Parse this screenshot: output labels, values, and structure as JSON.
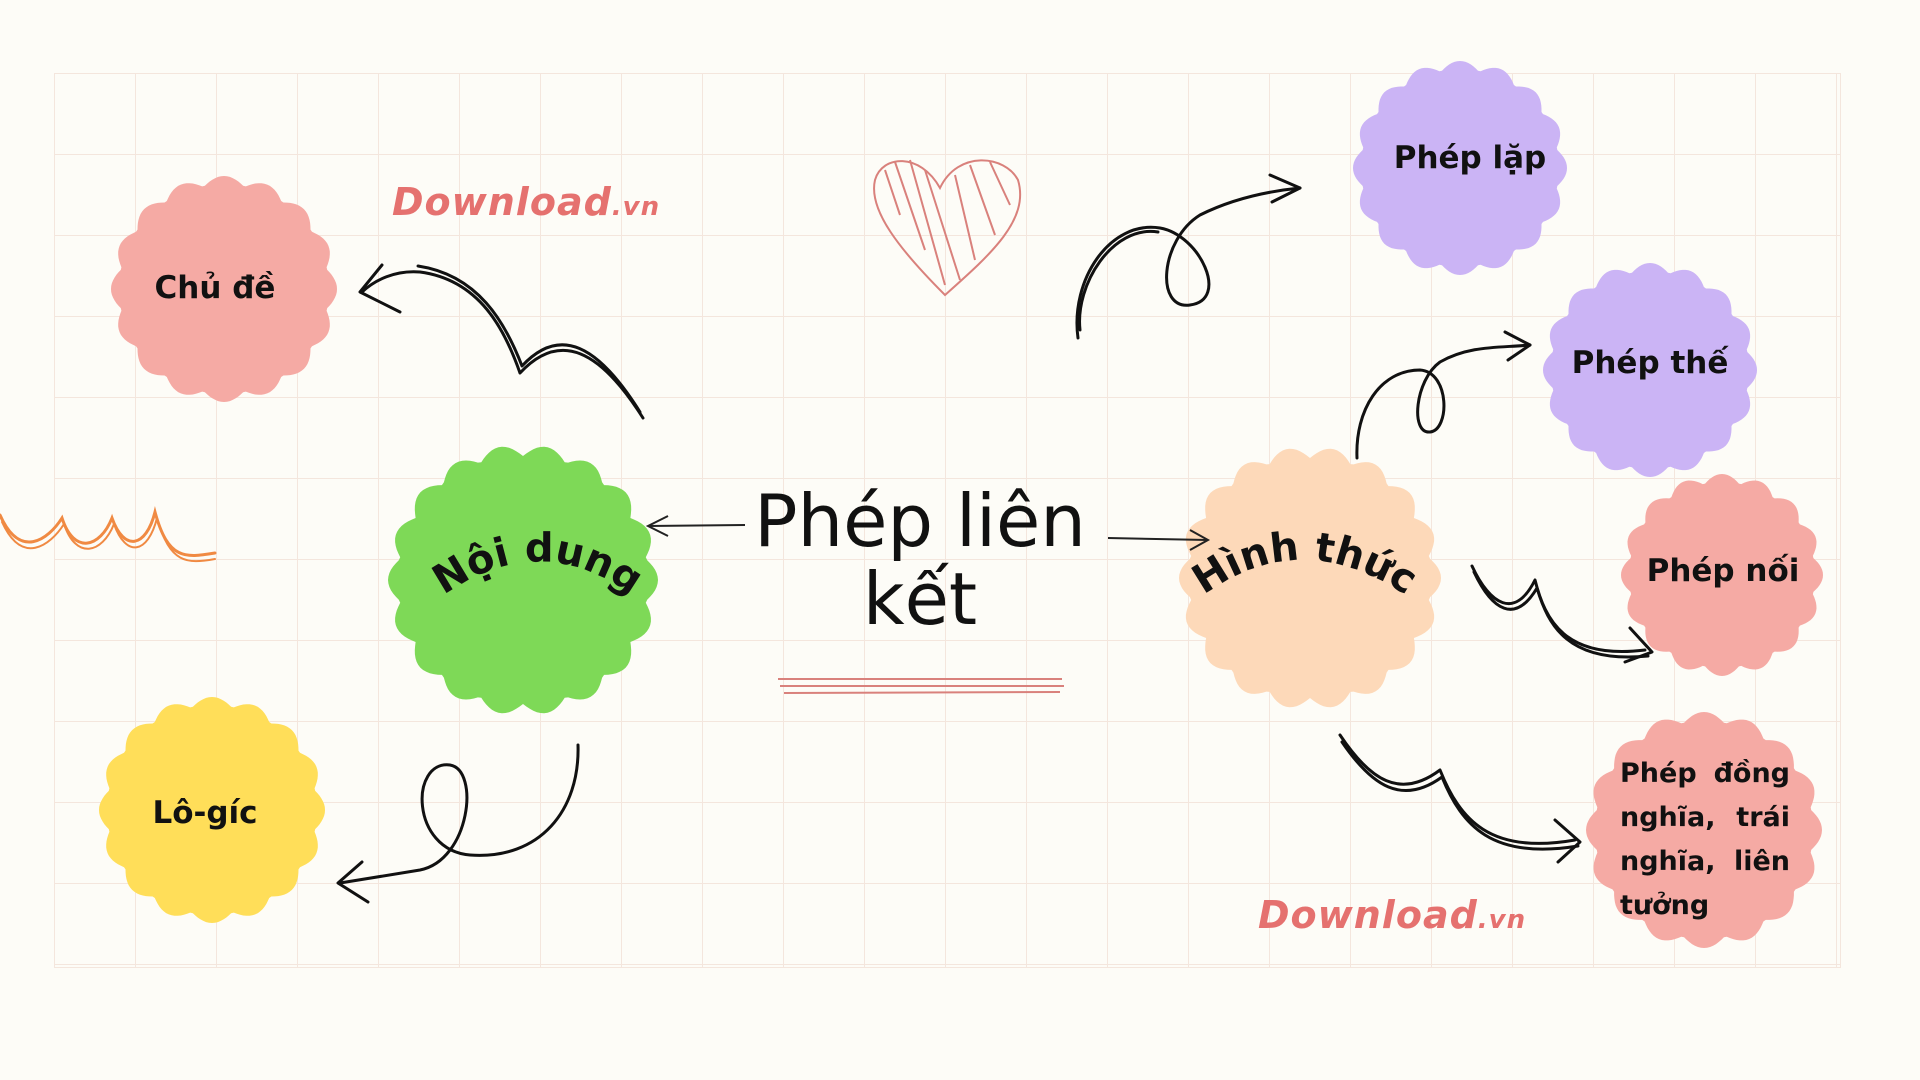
{
  "diagram": {
    "center_title": "Phép liên kết",
    "content": {
      "label": "Nội dung",
      "children": [
        "Chủ đề",
        "Lô-gíc"
      ]
    },
    "form": {
      "label": "Hình thức",
      "children": [
        "Phép lặp",
        "Phép thế",
        "Phép nối",
        "Phép đồng nghĩa, trái nghĩa, liên tưởng"
      ]
    }
  },
  "watermark": {
    "name": "Download",
    "suffix": ".vn"
  },
  "colors": {
    "background": "#fdfcf7",
    "grid": "#f4e6dd",
    "pink": "#f5aaa4",
    "green": "#7ed957",
    "yellow": "#ffde59",
    "peach": "#fdd9b9",
    "lavender": "#cbb4f5",
    "heart": "#d9817c",
    "scribble_orange": "#f08a43",
    "watermark": "#e5716f"
  }
}
